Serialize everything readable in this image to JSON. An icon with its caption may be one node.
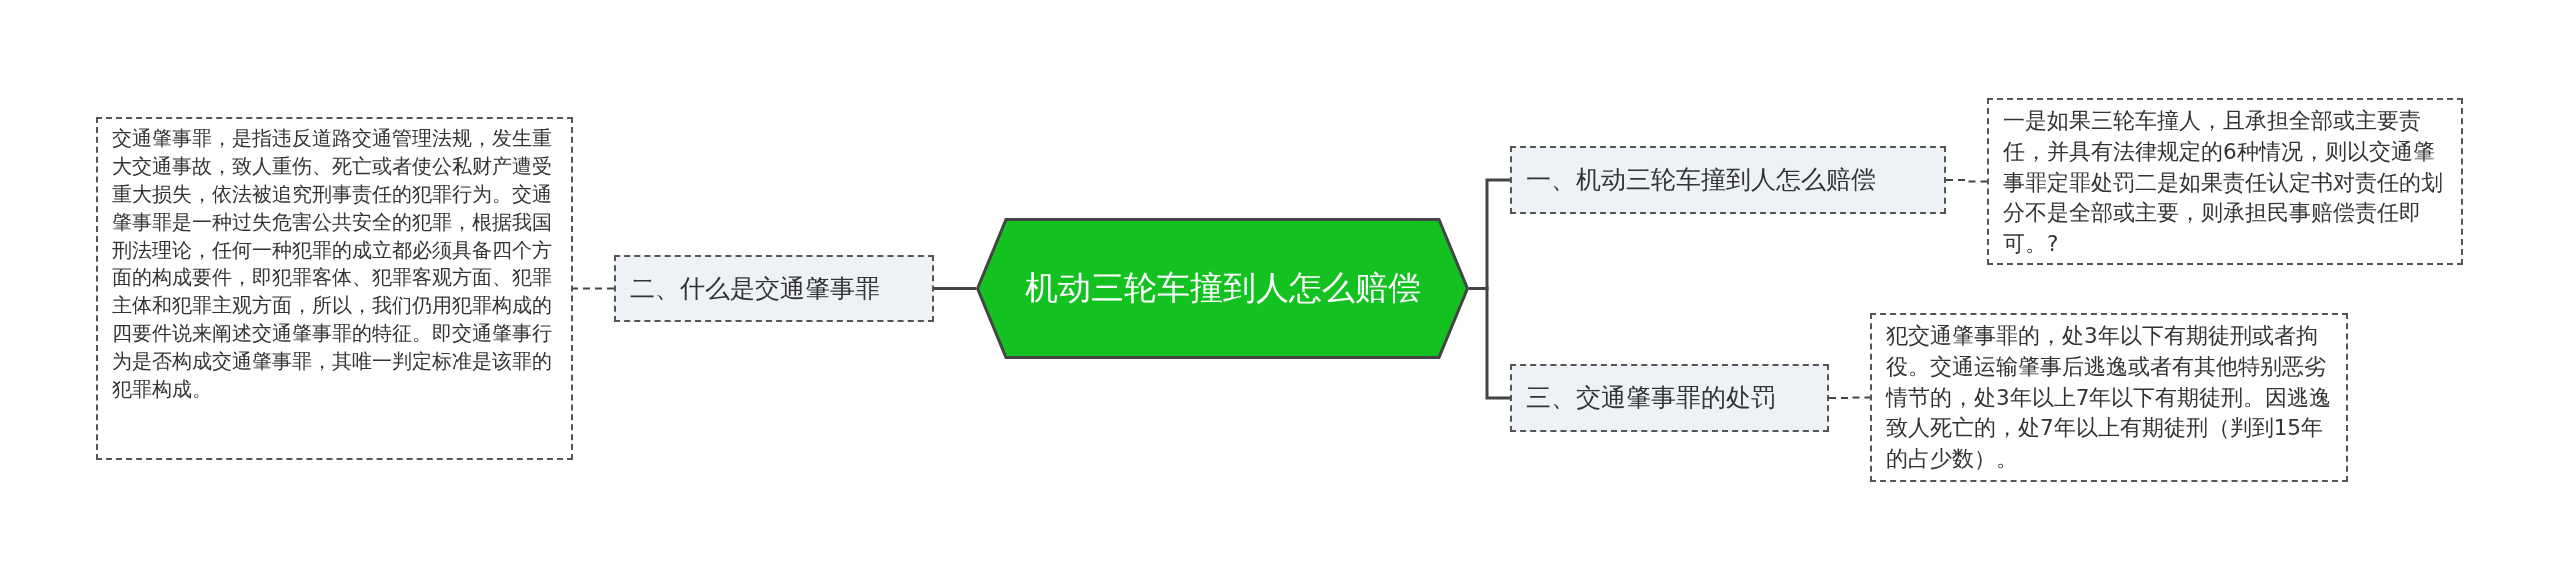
{
  "diagram": {
    "nodes": [
      {
        "text": [
          "机动三轮车撞到人怎么赔偿"
        ]
      },
      {
        "text": [
          "一、机动三轮车撞到人怎么赔偿"
        ]
      },
      {
        "text": [
          "一是如果三轮车撞人，且承担全部或主要责任，并具有法律规定的6种情况，则以交通肇事罪定罪处罚二是如果责任认定书对责任的划分不是全部或主要，则承担民事赔偿责任即可。?"
        ]
      },
      {
        "text": [
          "三、交通肇事罪的处罚"
        ]
      },
      {
        "text": [
          "犯交通肇事罪的，处3年以下有期徒刑或者拘役。交通运输肇事后逃逸或者有其他特别恶劣情节的，处3年以上7年以下有期徒刑。因逃逸致人死亡的，处7年以上有期徒刑（判到15年的占少数）。"
        ]
      },
      {
        "text": [
          "二、什么是交通肇事罪"
        ]
      },
      {
        "text": [
          "交通肇事罪，是指违反道路交通管理法规，发生重大交通事故，致人重伤、死亡或者使公私财产遭受重大损失，依法被追究刑事责任的犯罪行为。交通肇事罪是一种过失危害公共安全的犯罪，根据我国刑法理论，任何一种犯罪的成立都必须具备四个方面的构成要件，即犯罪客体、犯罪客观方面、犯罪主体和犯罪主观方面，所以，我们仍用犯罪构成的四要件说来阐述交通肇事罪的特征。即交通肇事行为是否构成交通肇事罪，其唯一判定标准是该罪的犯罪构成。"
        ]
      }
    ],
    "edges": [
      {
        "from": 0,
        "to": 1,
        "arrow": "none"
      },
      {
        "from": 1,
        "to": 2,
        "arrow": "none",
        "style": "dashed"
      },
      {
        "from": 0,
        "to": 3,
        "arrow": "none"
      },
      {
        "from": 3,
        "to": 4,
        "arrow": "none",
        "style": "dashed"
      },
      {
        "from": 0,
        "to": 5,
        "arrow": "none"
      },
      {
        "from": 5,
        "to": 6,
        "arrow": "none",
        "style": "dashed"
      }
    ]
  }
}
